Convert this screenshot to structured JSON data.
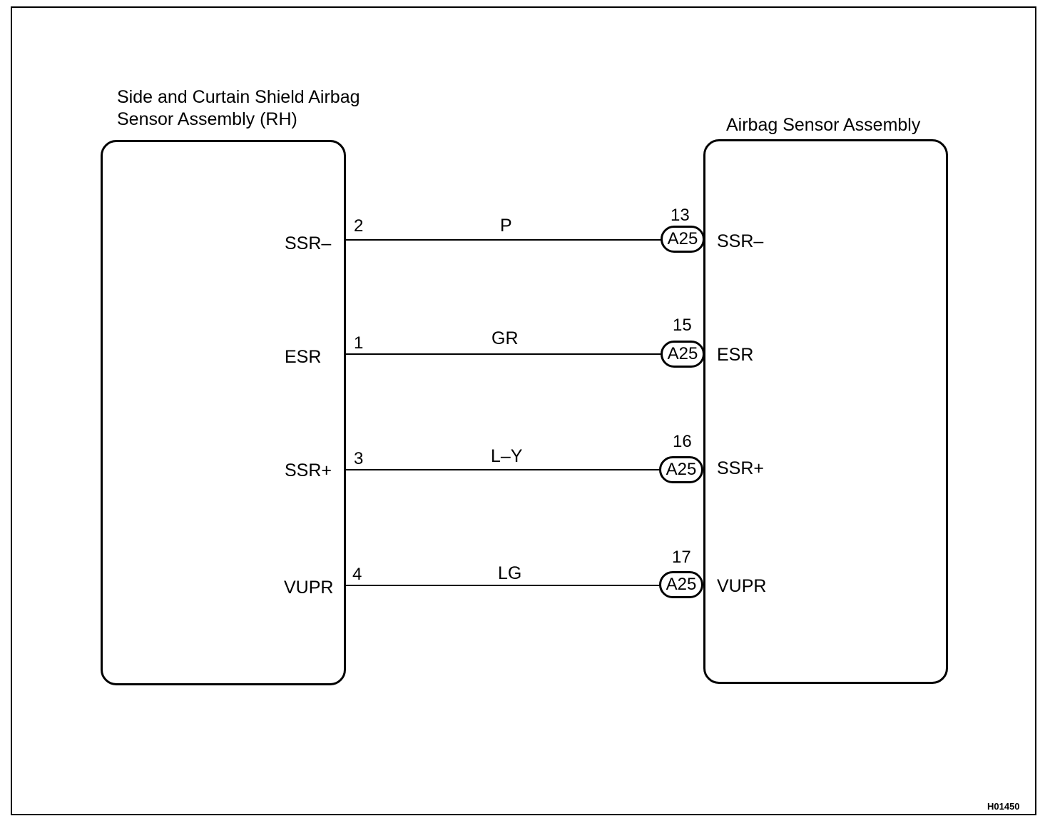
{
  "left_module": {
    "title_line1": "Side and Curtain Shield Airbag",
    "title_line2": "Sensor Assembly (RH)"
  },
  "right_module": {
    "title": "Airbag Sensor Assembly"
  },
  "connector_code": "A25",
  "wires": [
    {
      "left_terminal": "SSR–",
      "left_pin": "2",
      "color": "P",
      "right_pin": "13",
      "connector": "A25",
      "right_terminal": "SSR–"
    },
    {
      "left_terminal": "ESR",
      "left_pin": "1",
      "color": "GR",
      "right_pin": "15",
      "connector": "A25",
      "right_terminal": "ESR"
    },
    {
      "left_terminal": "SSR+",
      "left_pin": "3",
      "color": "L–Y",
      "right_pin": "16",
      "connector": "A25",
      "right_terminal": "SSR+"
    },
    {
      "left_terminal": "VUPR",
      "left_pin": "4",
      "color": "LG",
      "right_pin": "17",
      "connector": "A25",
      "right_terminal": "VUPR"
    }
  ],
  "figure_code": "H01450"
}
